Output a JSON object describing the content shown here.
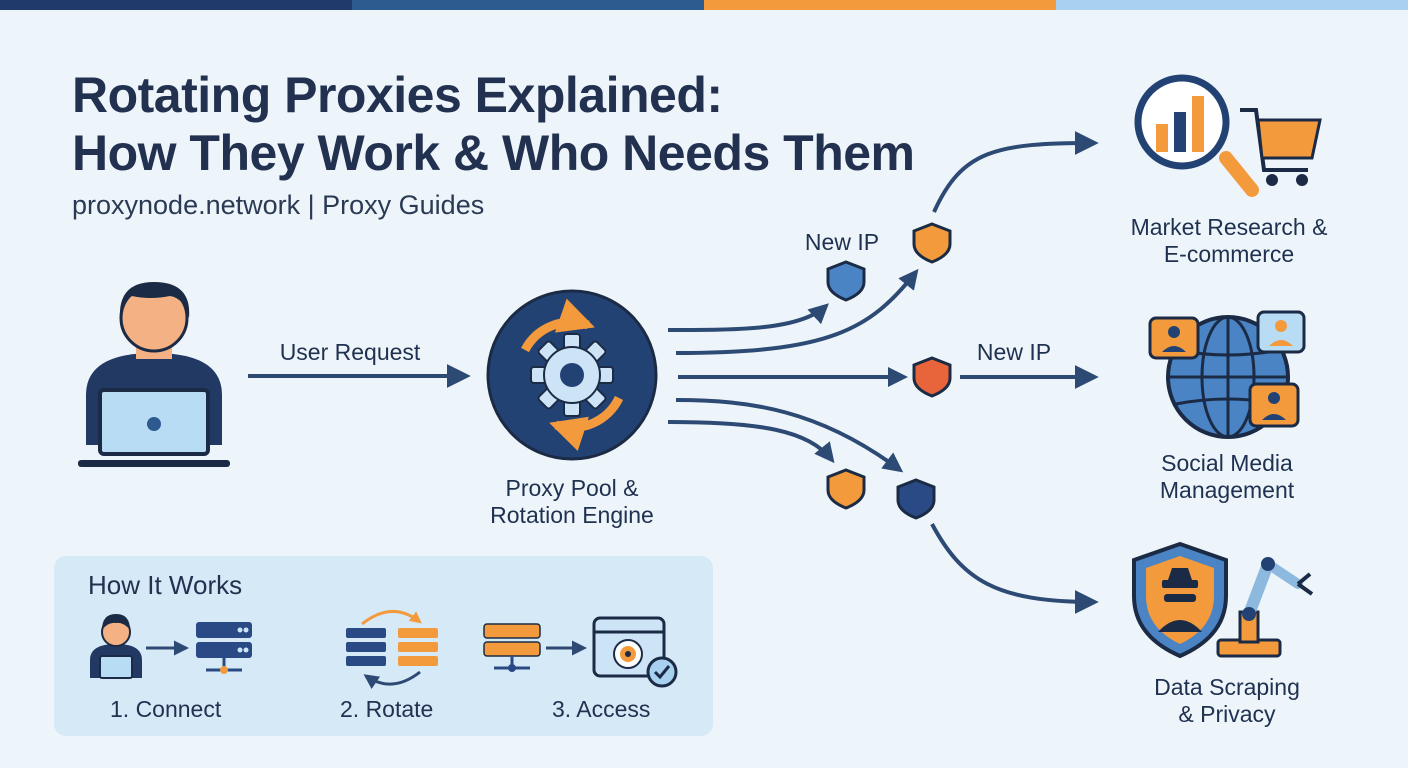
{
  "colors": {
    "navy": "#1f3a6b",
    "blue": "#2d5a8f",
    "orange": "#f39a3d",
    "light_blue": "#a8d0ef",
    "background": "#eef5fa",
    "panel": "#d6e9f7"
  },
  "header": {
    "title_line1": "Rotating Proxies Explained:",
    "title_line2": "How They Work & Who Needs Them",
    "subtitle": "proxynode.network | Proxy Guides"
  },
  "flow": {
    "user_request_label": "User Request",
    "engine_label_line1": "Proxy Pool &",
    "engine_label_line2": "Rotation Engine",
    "new_ip_top_label": "New IP",
    "new_ip_middle_label": "New IP"
  },
  "use_cases": [
    {
      "line1": "Market Research &",
      "line2": "E-commerce",
      "icon": "magnifier-chart-cart-icon"
    },
    {
      "line1": "Social Media",
      "line2": "Management",
      "icon": "globe-chat-icon"
    },
    {
      "line1": "Data Scraping",
      "line2": "& Privacy",
      "icon": "shield-spy-robot-arm-icon"
    }
  ],
  "how_it_works": {
    "title": "How It Works",
    "steps": [
      "1. Connect",
      "2. Rotate",
      "3. Access"
    ]
  }
}
